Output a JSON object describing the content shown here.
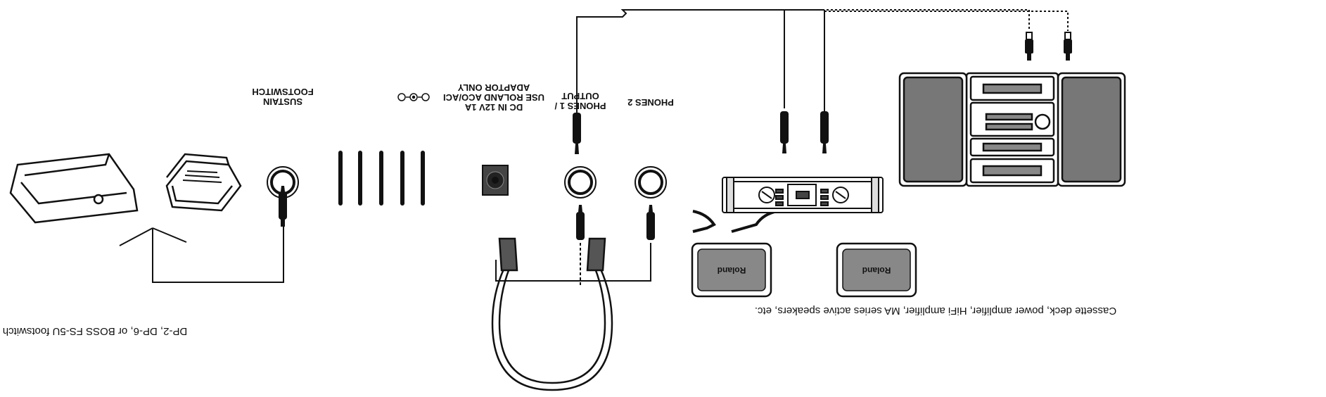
{
  "panel": {
    "footswitch_label_line1": "FOOTSWITCH",
    "footswitch_label_line2": "SUSTAIN",
    "dc_label_line1": "ADAPTOR ONLY",
    "dc_label_line2": "USE ROLAND ACO/ACI",
    "dc_label_line3": "DC IN 12V 1A",
    "output_label_line1": "OUTPUT",
    "output_label_line2": "PHONES 1 /",
    "phones2_label": "PHONES 2"
  },
  "captions": {
    "footswitch": "DP-2, DP-6, or BOSS FS-5U footswitch",
    "external": "Cassette deck, power amplifier, HiFi amplifier, MA series active speakers, etc."
  },
  "speakers": {
    "left_logo": "Roland",
    "right_logo": "Roland"
  }
}
